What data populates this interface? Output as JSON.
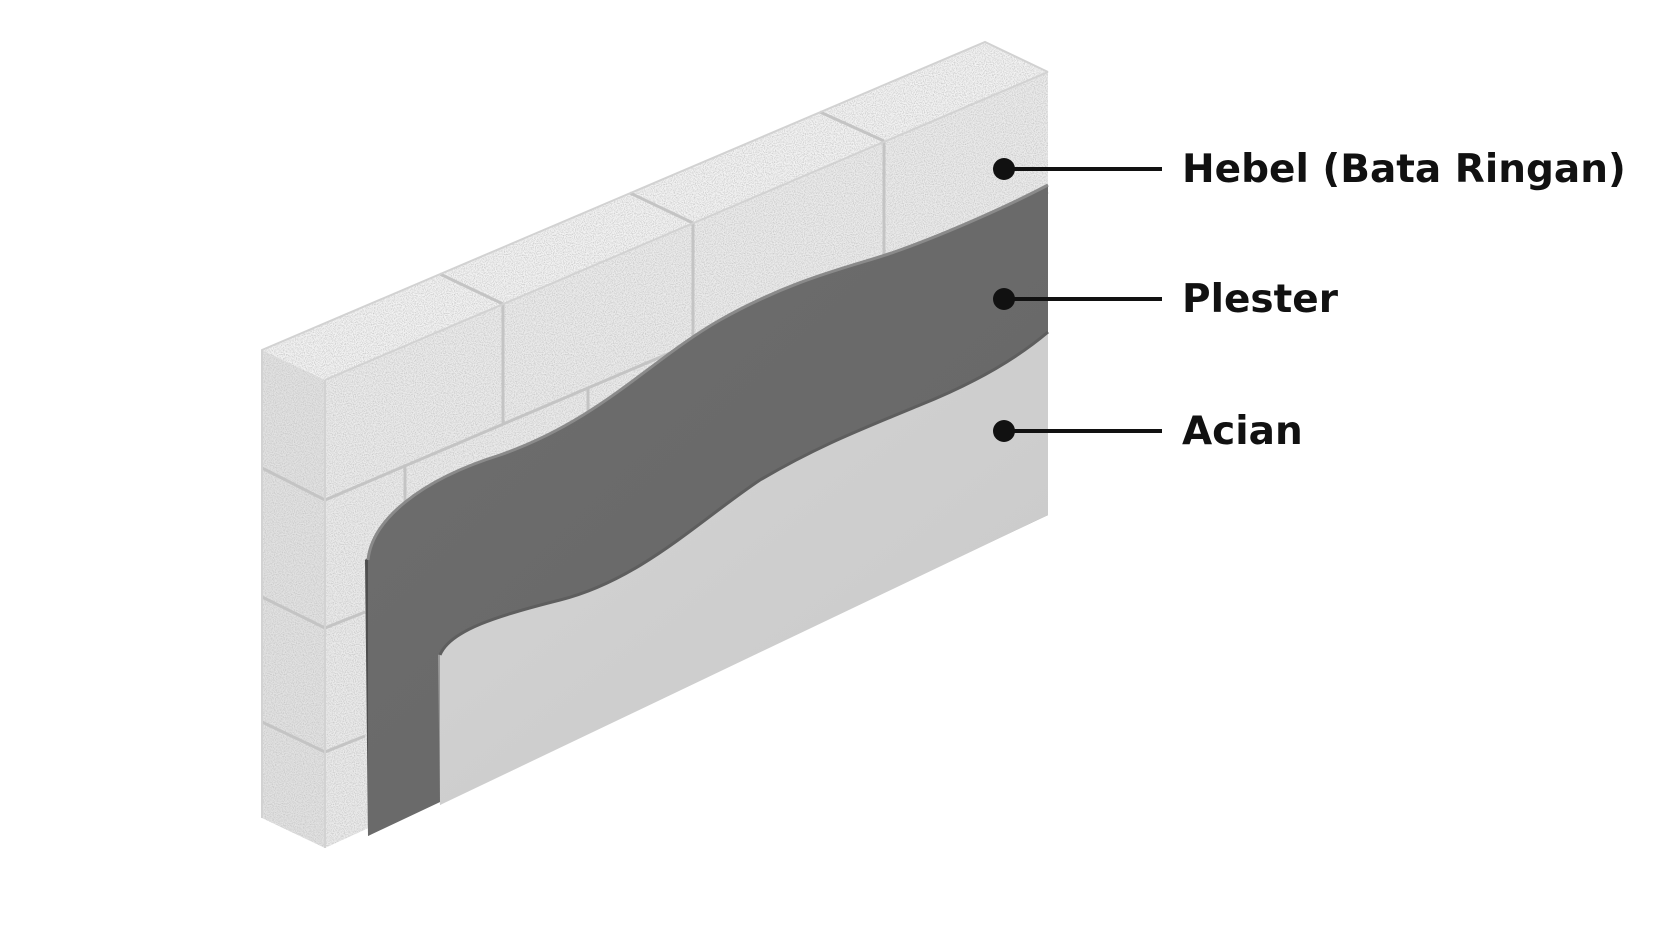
{
  "diagram": {
    "layers": [
      {
        "id": "hebel",
        "label": "Hebel (Bata Ringan)",
        "color": "#ececec"
      },
      {
        "id": "plester",
        "label": "Plester",
        "color": "#6c6c6c"
      },
      {
        "id": "acian",
        "label": "Acian",
        "color": "#cfcfcf"
      }
    ],
    "callout_color": "#111111"
  }
}
